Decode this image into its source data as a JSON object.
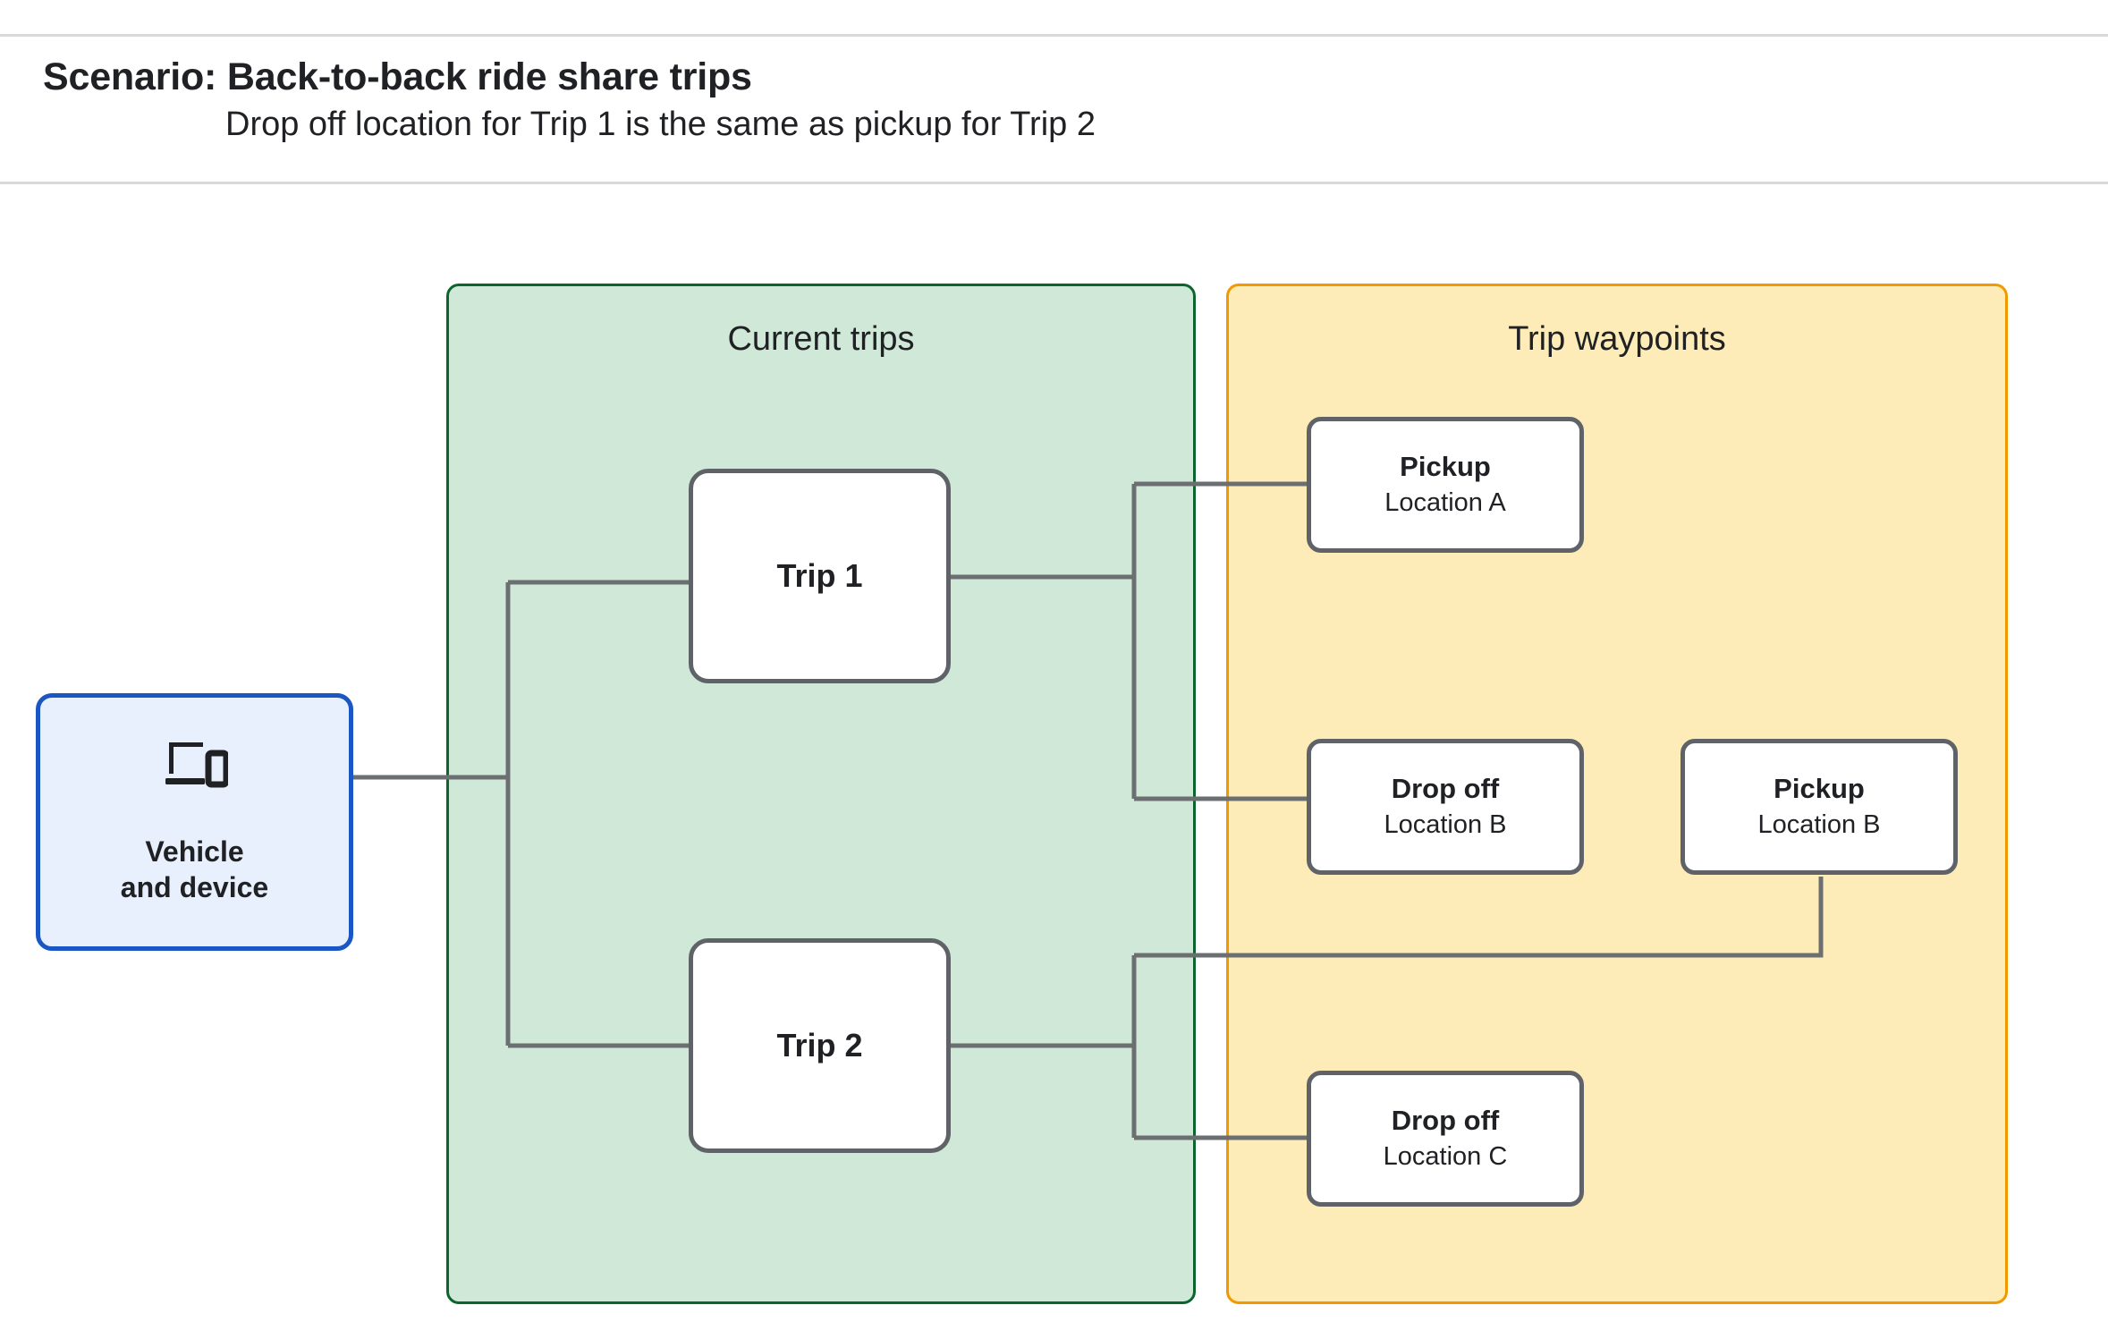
{
  "header": {
    "title": "Scenario: Back-to-back ride share trips",
    "subtitle": "Drop off  location for Trip 1 is the same as pickup for Trip 2"
  },
  "groups": {
    "current_trips": {
      "title": "Current trips",
      "fill": "#cfe8d7",
      "border": "#0d652d"
    },
    "trip_waypoints": {
      "title": "Trip waypoints",
      "fill": "#fdecb8",
      "border": "#f29900"
    }
  },
  "nodes": {
    "device": {
      "label_line1": "Vehicle",
      "label_line2": "and device",
      "icon": "devices-laptop-phone-icon",
      "fill": "#e8f0fe",
      "border": "#1a56c4"
    },
    "trips": [
      {
        "label": "Trip 1"
      },
      {
        "label": "Trip 2"
      }
    ],
    "waypoints": [
      {
        "id": "pickup-a",
        "title": "Pickup",
        "sub": "Location A"
      },
      {
        "id": "dropoff-b",
        "title": "Drop off",
        "sub": "Location B"
      },
      {
        "id": "pickup-b",
        "title": "Pickup",
        "sub": "Location B"
      },
      {
        "id": "dropoff-c",
        "title": "Drop off",
        "sub": "Location C"
      }
    ]
  },
  "edges": {
    "stroke": "#6c6f72",
    "list": [
      {
        "from": "device",
        "to": "trip-1"
      },
      {
        "from": "device",
        "to": "trip-2"
      },
      {
        "from": "trip-1",
        "to": "pickup-a"
      },
      {
        "from": "trip-1",
        "to": "dropoff-b"
      },
      {
        "from": "trip-2",
        "to": "pickup-b"
      },
      {
        "from": "trip-2",
        "to": "dropoff-c"
      }
    ]
  }
}
